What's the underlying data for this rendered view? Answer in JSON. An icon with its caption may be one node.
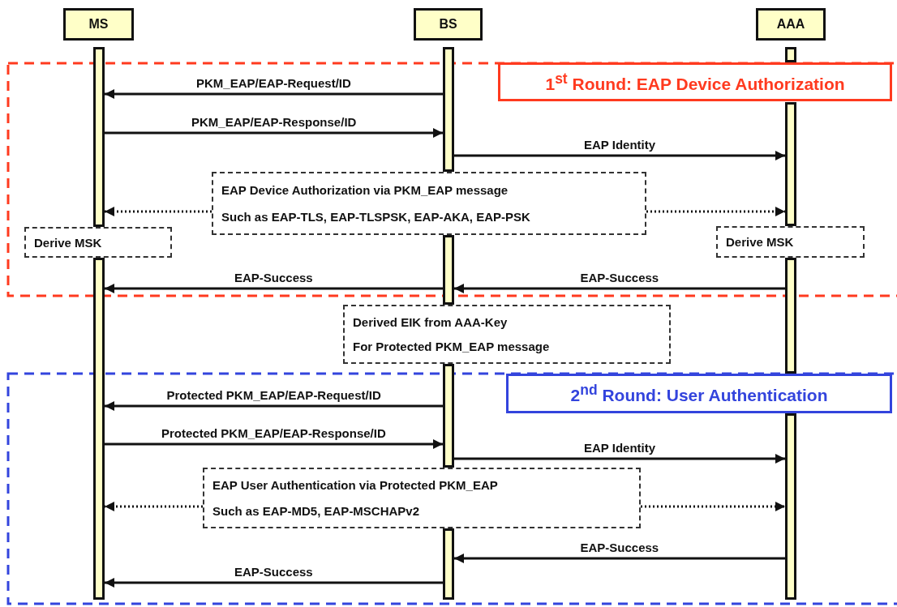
{
  "diagram": {
    "nodes": [
      {
        "text": [
          "MS"
        ]
      },
      {
        "text": [
          "BS"
        ]
      },
      {
        "text": [
          "AAA"
        ]
      },
      {
        "text": [],
        "shape": "bar"
      },
      {
        "text": [],
        "shape": "bar"
      },
      {
        "text": [],
        "shape": "bar"
      },
      {
        "text": [
          "1$^{st}$ Round: EAP Device Authorization"
        ]
      },
      {
        "text": [
          "EAP Device Authorization via PKM_EAP message",
          "Such as EAP-TLS, EAP-TLSPSK, EAP-AKA, EAP-PSK"
        ]
      },
      {
        "text": [
          "Derive MSK"
        ]
      },
      {
        "text": [
          "Derive MSK"
        ]
      },
      {
        "text": [],
        "shape": "bar"
      },
      {
        "text": [],
        "shape": "bar"
      },
      {
        "text": [],
        "shape": "bar"
      },
      {
        "text": [
          "Derived EIK from AAA-Key",
          "For Protected PKM_EAP message"
        ]
      },
      {
        "text": [],
        "shape": "bar"
      },
      {
        "text": [
          "2$^{nd}$ Round: User Authentication"
        ]
      },
      {
        "text": [
          "EAP User Authentication via Protected PKM_EAP",
          "Such as EAP-MD5, EAP-MSCHAPv2"
        ]
      },
      {
        "text": [],
        "shape": "bar"
      },
      {
        "text": [],
        "shape": "bar"
      }
    ],
    "edges": [
      {
        "from": 4,
        "to": 3,
        "arrow": "to",
        "label": "PKM_EAP/EAP-Request/ID"
      },
      {
        "from": 3,
        "to": 4,
        "arrow": "to",
        "label": "PKM_EAP/EAP-Response/ID"
      },
      {
        "from": 4,
        "to": 5,
        "arrow": "to",
        "label": "EAP Identity"
      },
      {
        "from": 7,
        "to": 3,
        "arrow": "to",
        "style": "dashed"
      },
      {
        "from": 7,
        "to": 5,
        "arrow": "to",
        "style": "dashed"
      },
      {
        "from": 11,
        "to": 10,
        "arrow": "to",
        "label": "EAP-Success"
      },
      {
        "from": 12,
        "to": 11,
        "arrow": "to",
        "label": "EAP-Success"
      },
      {
        "from": 14,
        "to": 10,
        "arrow": "to",
        "label": "Protected PKM_EAP/EAP-Request/ID"
      },
      {
        "from": 10,
        "to": 14,
        "arrow": "to",
        "label": "Protected PKM_EAP/EAP-Response/ID"
      },
      {
        "from": 14,
        "to": 18,
        "arrow": "to",
        "label": "EAP Identity"
      },
      {
        "from": 16,
        "to": 10,
        "arrow": "to",
        "style": "dashed"
      },
      {
        "from": 16,
        "to": 18,
        "arrow": "to",
        "style": "dashed"
      },
      {
        "from": 18,
        "to": 17,
        "arrow": "to",
        "label": "EAP-Success"
      },
      {
        "from": 17,
        "to": 10,
        "arrow": "to",
        "label": "EAP-Success"
      }
    ]
  }
}
